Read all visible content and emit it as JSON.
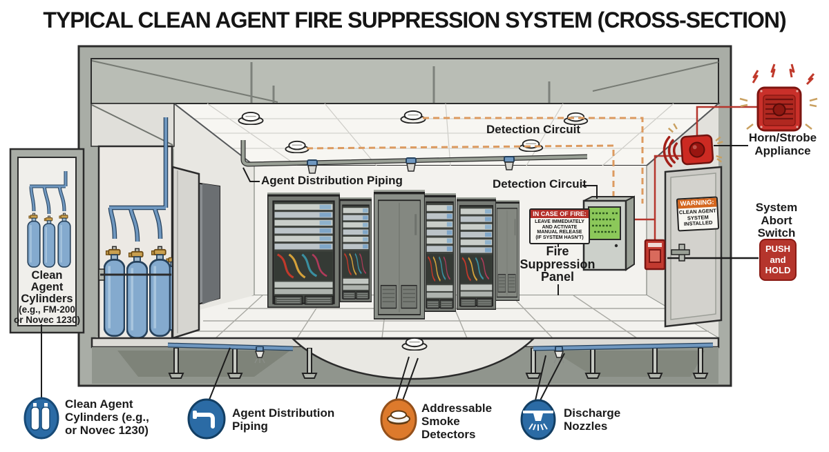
{
  "title": "TYPICAL CLEAN AGENT FIRE SUPPRESSION SYSTEM (CROSS-SECTION)",
  "labels": {
    "agent_distribution_piping": "Agent Distribution Piping",
    "detection_circuit_upper": "Detection Circuit",
    "detection_circuit_lower": "Detection Circuit",
    "fire_suppression_panel": "Fire\nSuppression\nPanel",
    "horn_strobe_appliance": "Horn/Strobe\nAppliance",
    "system_abort_switch": "System\nAbort\nSwitch",
    "cylinder_cabinet_title": "Clean\nAgent\nCylinders",
    "cylinder_cabinet_subtitle": "(e.g., FM-200\nor Novec 1230)"
  },
  "signs": {
    "in_case_of_fire": {
      "header": "IN CASE OF FIRE:",
      "body": "LEAVE IMMEDIATELY\nAND ACTIVATE\nMANUAL RELEASE\n(IF SYSTEM HASN'T)"
    },
    "warning": {
      "header": "WARNING:",
      "body": "CLEAN AGENT\nSYSTEM\nINSTALLED"
    },
    "abort_button": "PUSH\nand\nHOLD"
  },
  "legend": {
    "items": [
      {
        "icon": "cylinders-icon",
        "label": "Clean Agent\nCylinders (e.g.,\nor Novec 1230)"
      },
      {
        "icon": "piping-icon",
        "label": "Agent Distribution\nPiping"
      },
      {
        "icon": "smoke-detector-icon",
        "label": "Addressable\nSmoke\nDetectors"
      },
      {
        "icon": "discharge-nozzle-icon",
        "label": "Discharge\nNozzles"
      }
    ]
  },
  "colors": {
    "detection_circuit_orange": "#dc9a5f",
    "alarm_red": "#c0392b",
    "pipe_blue": "#6f97bf",
    "legend_blue": "#2b6ba5",
    "legend_orange": "#dd7a2c"
  }
}
